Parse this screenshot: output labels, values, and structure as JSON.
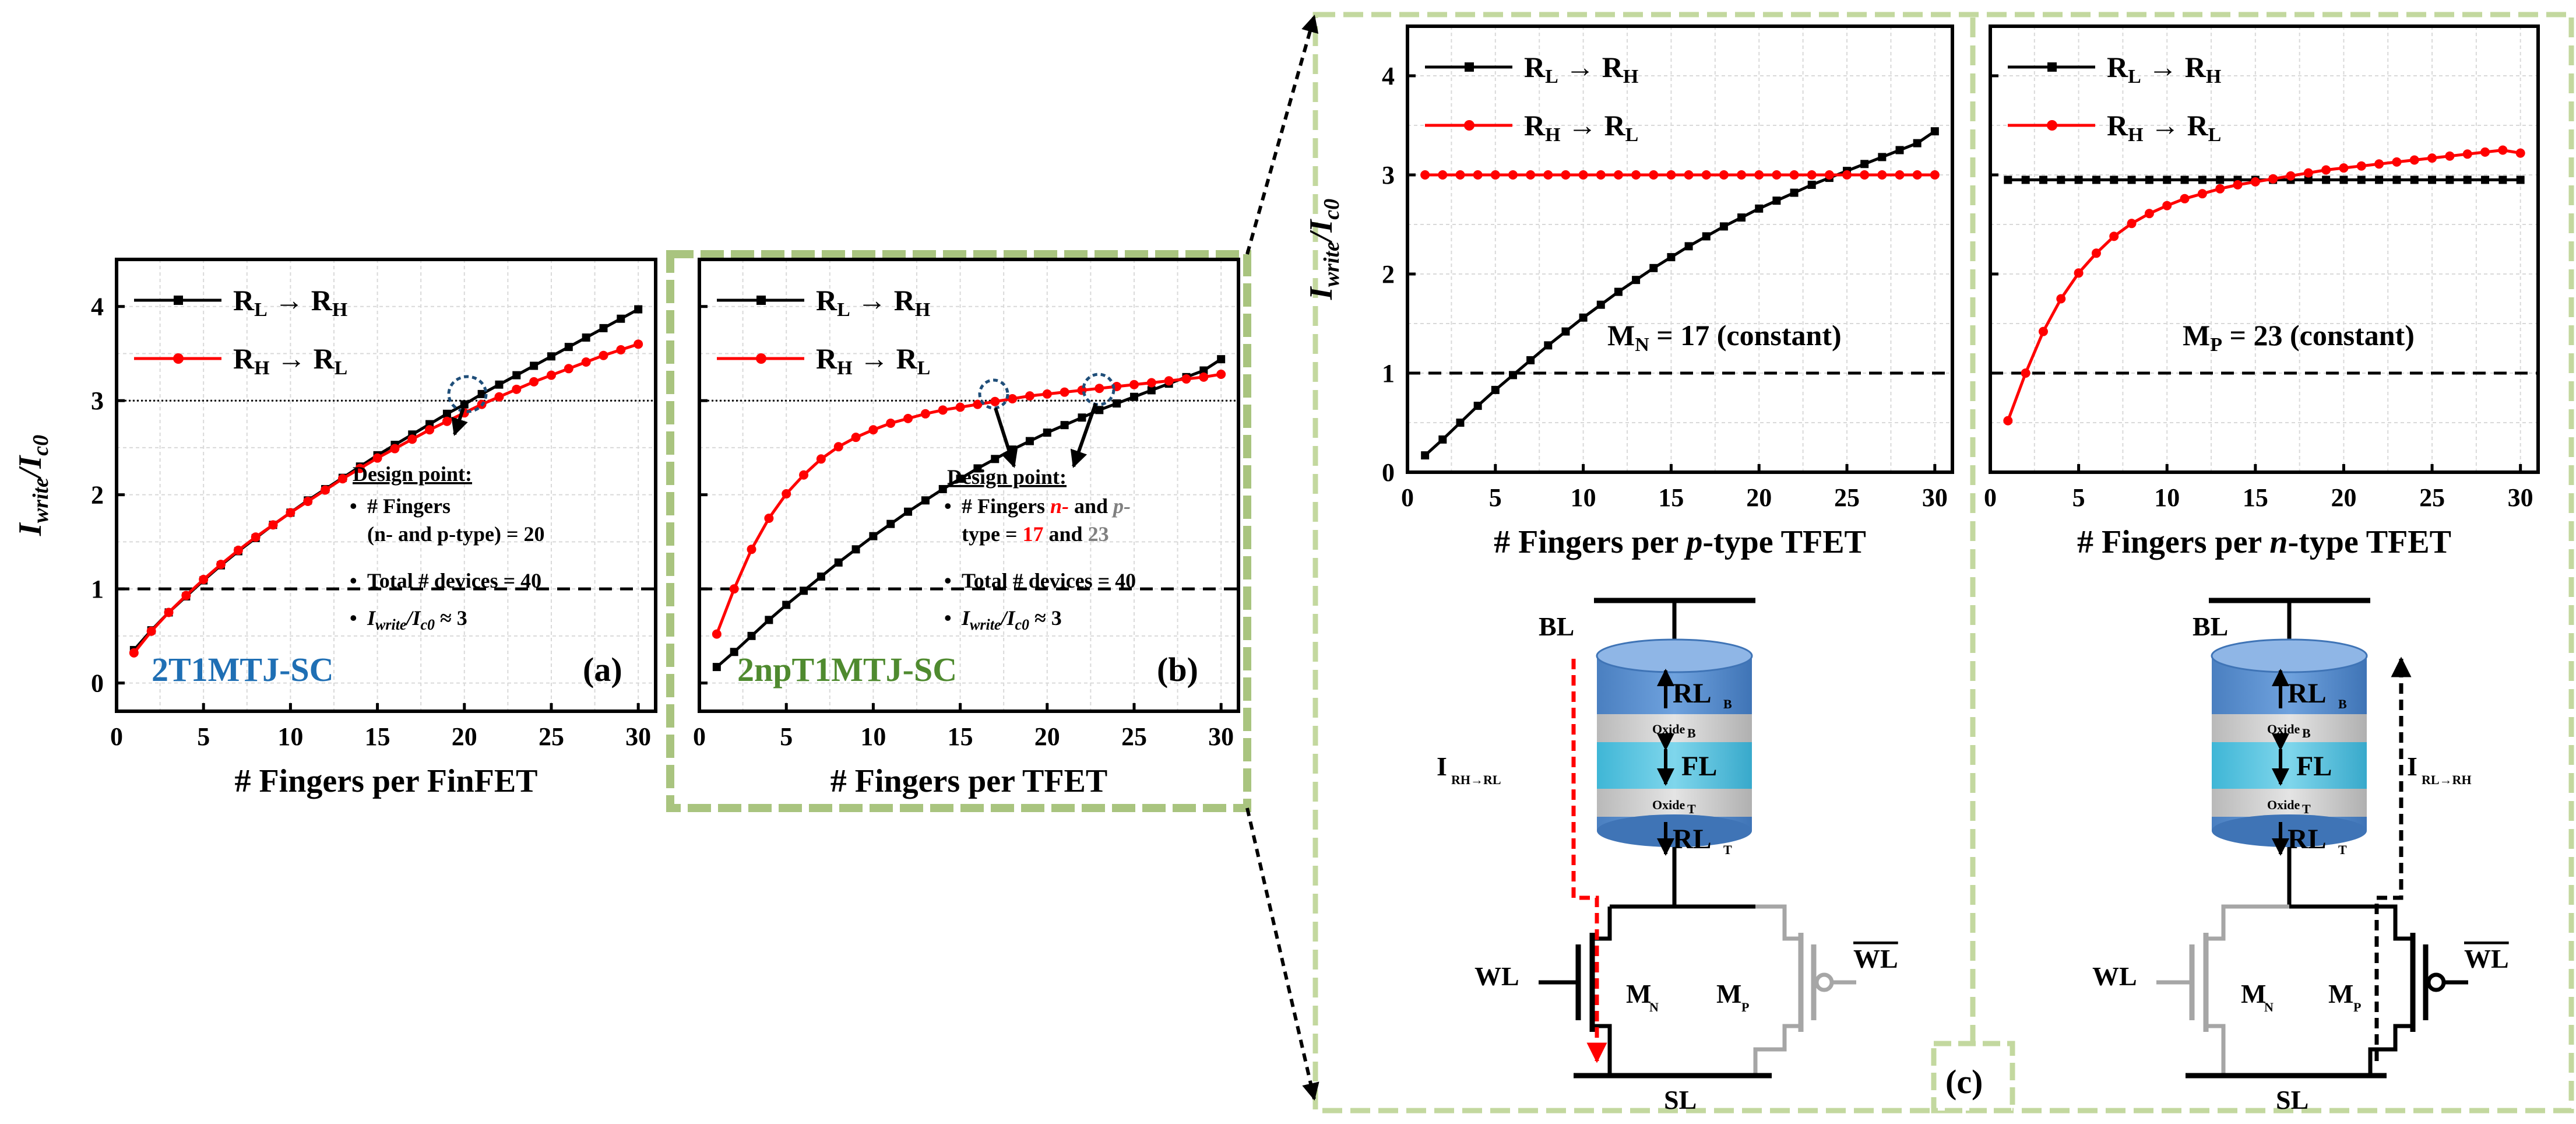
{
  "colors": {
    "black_series": "#000000",
    "red_series": "#ff0000",
    "blue_label": "#1f6fb4",
    "green_label": "#4f8a2f",
    "frame_green": "#a9c47f",
    "grey_circuit": "#a6a6a6",
    "gridline": "#c8c8c8"
  },
  "chart_data": [
    {
      "id": "a",
      "type": "line",
      "panel_label": "(a)",
      "inset_label": "2T1MTJ-SC",
      "xlabel": "# Fingers per FinFET",
      "ylabel": "I_write/I_c0",
      "xlim": [
        0,
        31
      ],
      "ylim": [
        -0.3,
        4.5
      ],
      "xticks": [
        "0",
        "5",
        "10",
        "15",
        "20",
        "25",
        "30"
      ],
      "yticks": [
        "0",
        "1",
        "2",
        "3",
        "4"
      ],
      "grid": true,
      "legend_position": "top-left",
      "reference_lines": [
        {
          "y": 1,
          "style": "dashed"
        },
        {
          "y": 3,
          "style": "dotted"
        }
      ],
      "x": [
        1,
        2,
        3,
        4,
        5,
        6,
        7,
        8,
        9,
        10,
        11,
        12,
        13,
        14,
        15,
        16,
        17,
        18,
        19,
        20,
        21,
        22,
        23,
        24,
        25,
        26,
        27,
        28,
        29,
        30
      ],
      "series": [
        {
          "name": "R_L → R_H",
          "color": "#000000",
          "marker": "square",
          "values": [
            0.35,
            0.56,
            0.75,
            0.92,
            1.09,
            1.25,
            1.4,
            1.54,
            1.68,
            1.81,
            1.94,
            2.06,
            2.18,
            2.3,
            2.42,
            2.53,
            2.64,
            2.75,
            2.86,
            2.96,
            3.07,
            3.17,
            3.27,
            3.37,
            3.47,
            3.57,
            3.67,
            3.77,
            3.87,
            3.97
          ]
        },
        {
          "name": "R_H → R_L",
          "color": "#ff0000",
          "marker": "circle",
          "values": [
            0.32,
            0.55,
            0.75,
            0.93,
            1.1,
            1.26,
            1.41,
            1.55,
            1.68,
            1.81,
            1.93,
            2.05,
            2.17,
            2.28,
            2.39,
            2.49,
            2.59,
            2.69,
            2.78,
            2.87,
            2.96,
            3.04,
            3.12,
            3.2,
            3.27,
            3.34,
            3.41,
            3.48,
            3.54,
            3.6
          ]
        }
      ],
      "annotation": {
        "title": "Design point:",
        "lines": [
          "# Fingers",
          "(n- and p-type) = 20",
          "Total # devices = 40",
          "I_write/I_c0 ≈ 3"
        ]
      }
    },
    {
      "id": "b",
      "type": "line",
      "panel_label": "(b)",
      "inset_label": "2npT1MTJ-SC",
      "xlabel": "# Fingers per TFET",
      "ylabel": "",
      "xlim": [
        0,
        31
      ],
      "ylim": [
        -0.3,
        4.5
      ],
      "xticks": [
        "0",
        "5",
        "10",
        "15",
        "20",
        "25",
        "30"
      ],
      "yticks": [],
      "grid": true,
      "legend_position": "top-left",
      "reference_lines": [
        {
          "y": 1,
          "style": "dashed"
        },
        {
          "y": 3,
          "style": "dotted"
        }
      ],
      "x": [
        1,
        2,
        3,
        4,
        5,
        6,
        7,
        8,
        9,
        10,
        11,
        12,
        13,
        14,
        15,
        16,
        17,
        18,
        19,
        20,
        21,
        22,
        23,
        24,
        25,
        26,
        27,
        28,
        29,
        30
      ],
      "series": [
        {
          "name": "R_L → R_H",
          "color": "#000000",
          "marker": "square",
          "values": [
            0.17,
            0.33,
            0.5,
            0.67,
            0.83,
            0.98,
            1.13,
            1.28,
            1.42,
            1.56,
            1.69,
            1.82,
            1.94,
            2.06,
            2.17,
            2.28,
            2.38,
            2.48,
            2.57,
            2.66,
            2.74,
            2.82,
            2.9,
            2.97,
            3.04,
            3.11,
            3.18,
            3.25,
            3.32,
            3.44
          ]
        },
        {
          "name": "R_H → R_L",
          "color": "#ff0000",
          "marker": "circle",
          "values": [
            0.52,
            1.0,
            1.42,
            1.75,
            2.01,
            2.21,
            2.38,
            2.51,
            2.61,
            2.69,
            2.76,
            2.81,
            2.86,
            2.9,
            2.93,
            2.96,
            2.99,
            3.02,
            3.05,
            3.07,
            3.09,
            3.11,
            3.13,
            3.15,
            3.17,
            3.19,
            3.21,
            3.23,
            3.25,
            3.28
          ]
        }
      ],
      "annotation": {
        "title": "Design point:",
        "line1": "# Fingers ",
        "line1_n": "n-",
        "line1_mid": " and ",
        "line1_p": "p-",
        "line2_pre": "type = ",
        "line2_17": "17",
        "line2_and": " and ",
        "line2_23": "23",
        "line3": "Total # devices = 40",
        "line4": "I_write/I_c0 ≈ 3"
      }
    },
    {
      "id": "c1",
      "type": "line",
      "xlabel": "# Fingers per p-type TFET",
      "ylabel": "I_write/I_c0",
      "xlim": [
        0,
        31
      ],
      "ylim": [
        0,
        4.5
      ],
      "xticks": [
        "0",
        "5",
        "10",
        "15",
        "20",
        "25",
        "30"
      ],
      "yticks": [
        "0",
        "1",
        "2",
        "3",
        "4"
      ],
      "grid": true,
      "legend_position": "top-left",
      "reference_lines": [
        {
          "y": 1,
          "style": "dashed"
        }
      ],
      "inset_text": "M_N = 17 (constant)",
      "x": [
        1,
        2,
        3,
        4,
        5,
        6,
        7,
        8,
        9,
        10,
        11,
        12,
        13,
        14,
        15,
        16,
        17,
        18,
        19,
        20,
        21,
        22,
        23,
        24,
        25,
        26,
        27,
        28,
        29,
        30
      ],
      "series": [
        {
          "name": "R_L → R_H",
          "color": "#000000",
          "marker": "square",
          "values": [
            0.17,
            0.33,
            0.5,
            0.67,
            0.83,
            0.98,
            1.13,
            1.28,
            1.42,
            1.56,
            1.69,
            1.82,
            1.94,
            2.06,
            2.17,
            2.28,
            2.38,
            2.48,
            2.57,
            2.66,
            2.74,
            2.82,
            2.9,
            2.97,
            3.04,
            3.11,
            3.18,
            3.25,
            3.32,
            3.44
          ]
        },
        {
          "name": "R_H → R_L",
          "color": "#ff0000",
          "marker": "circle",
          "values": [
            3,
            3,
            3,
            3,
            3,
            3,
            3,
            3,
            3,
            3,
            3,
            3,
            3,
            3,
            3,
            3,
            3,
            3,
            3,
            3,
            3,
            3,
            3,
            3,
            3,
            3,
            3,
            3,
            3,
            3
          ]
        }
      ]
    },
    {
      "id": "c2",
      "type": "line",
      "xlabel": "# Fingers per n-type TFET",
      "ylabel": "",
      "xlim": [
        0,
        31
      ],
      "ylim": [
        0,
        4.5
      ],
      "xticks": [
        "0",
        "5",
        "10",
        "15",
        "20",
        "25",
        "30"
      ],
      "yticks": [],
      "grid": true,
      "legend_position": "top-left",
      "reference_lines": [
        {
          "y": 1,
          "style": "dashed"
        }
      ],
      "inset_text": "M_P = 23 (constant)",
      "x": [
        1,
        2,
        3,
        4,
        5,
        6,
        7,
        8,
        9,
        10,
        11,
        12,
        13,
        14,
        15,
        16,
        17,
        18,
        19,
        20,
        21,
        22,
        23,
        24,
        25,
        26,
        27,
        28,
        29,
        30
      ],
      "series": [
        {
          "name": "R_L → R_H",
          "color": "#000000",
          "marker": "square",
          "values": [
            2.95,
            2.95,
            2.95,
            2.95,
            2.95,
            2.95,
            2.95,
            2.95,
            2.95,
            2.95,
            2.95,
            2.95,
            2.95,
            2.95,
            2.95,
            2.95,
            2.95,
            2.95,
            2.95,
            2.95,
            2.95,
            2.95,
            2.95,
            2.95,
            2.95,
            2.95,
            2.95,
            2.95,
            2.95,
            2.95
          ]
        },
        {
          "name": "R_H → R_L",
          "color": "#ff0000",
          "marker": "circle",
          "values": [
            0.52,
            1.0,
            1.42,
            1.75,
            2.01,
            2.21,
            2.38,
            2.51,
            2.61,
            2.69,
            2.76,
            2.81,
            2.86,
            2.9,
            2.93,
            2.96,
            2.99,
            3.02,
            3.05,
            3.07,
            3.09,
            3.11,
            3.13,
            3.15,
            3.17,
            3.19,
            3.21,
            3.23,
            3.25,
            3.22
          ]
        }
      ]
    }
  ],
  "circuits": {
    "panel_label": "(c)",
    "left": {
      "bl": "BL",
      "sl": "SL",
      "wl": "WL",
      "wlb": "WL",
      "mn": "M",
      "mn_sub": "N",
      "mp": "M",
      "mp_sub": "P",
      "rl_top": "RL",
      "rl_top_sub": "B",
      "oxide_top": "Oxide",
      "oxide_top_sub": "B",
      "fl": "FL",
      "oxide_bot": "Oxide",
      "oxide_bot_sub": "T",
      "rl_bot": "RL",
      "rl_bot_sub": "T",
      "current": "I",
      "current_sub": "RH→RL"
    },
    "right": {
      "bl": "BL",
      "sl": "SL",
      "wl": "WL",
      "wlb": "WL",
      "mn": "M",
      "mn_sub": "N",
      "mp": "M",
      "mp_sub": "P",
      "rl_top": "RL",
      "rl_top_sub": "B",
      "oxide_top": "Oxide",
      "oxide_top_sub": "B",
      "fl": "FL",
      "oxide_bot": "Oxide",
      "oxide_bot_sub": "T",
      "rl_bot": "RL",
      "rl_bot_sub": "T",
      "current": "I",
      "current_sub": "RL→RH"
    }
  }
}
